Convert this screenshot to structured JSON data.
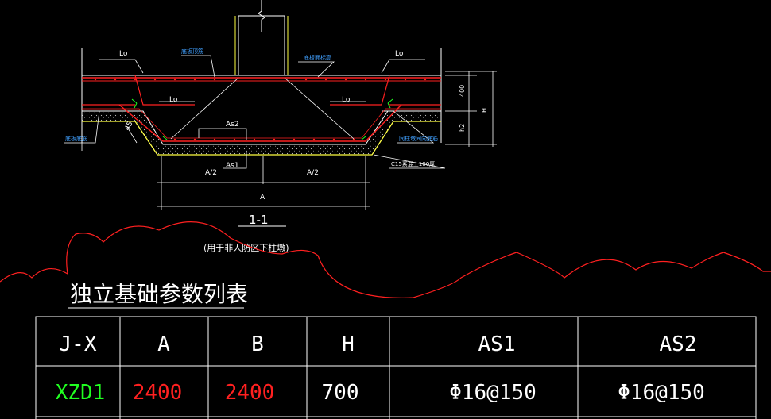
{
  "section": {
    "title": "1-1",
    "subtitle": "(用于非人防区下柱墩)",
    "labels": {
      "lo_top_left": "Lo",
      "lo_top_right": "Lo",
      "lo_mid_left": "Lo",
      "lo_mid_right": "Lo",
      "base_top_bar": "底板顶筋",
      "slab_top_surface": "底板面标高",
      "base_bottom_bar": "底板底筋",
      "same_as_base_bottom": "同柱墩同向底筋",
      "c15_cushion": "C15素混土100厚",
      "as1": "As1",
      "as2": "As2",
      "half_a_left": "A/2",
      "half_a_right": "A/2",
      "a": "A",
      "dim_400": "400",
      "h2": "h2",
      "h": "H",
      "angle": "45"
    }
  },
  "table": {
    "title": "独立基础参数列表",
    "headers": [
      "J-X",
      "A",
      "B",
      "H",
      "AS1",
      "AS2"
    ],
    "rows": [
      [
        "XZD1",
        "2400",
        "2400",
        "700",
        "Φ16@150",
        "Φ16@150"
      ]
    ]
  },
  "colors": {
    "background": "#000000",
    "white": "#ffffff",
    "red": "#ff2020",
    "yellow": "#ffff40",
    "blue": "#40a0ff",
    "green": "#20ff20",
    "gray": "#808080"
  }
}
